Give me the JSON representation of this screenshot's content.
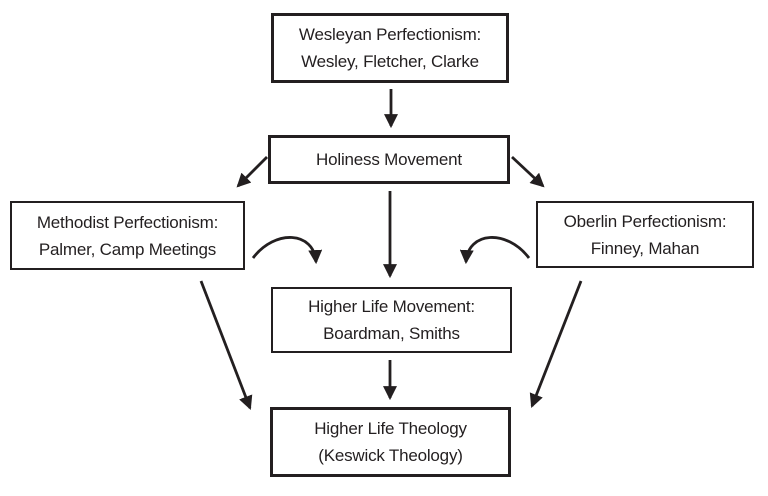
{
  "diagram": {
    "description": "Flowchart of holiness / higher life theological movements",
    "nodes": {
      "wesleyan": {
        "line1": "Wesleyan Perfectionism:",
        "line2": "Wesley, Fletcher, Clarke"
      },
      "holiness": {
        "line1": "Holiness Movement"
      },
      "methodist": {
        "line1": "Methodist Perfectionism:",
        "line2": "Palmer, Camp Meetings"
      },
      "oberlin": {
        "line1": "Oberlin Perfectionism:",
        "line2": "Finney, Mahan"
      },
      "higher_life_movement": {
        "line1": "Higher Life Movement:",
        "line2": "Boardman, Smiths"
      },
      "higher_life_theology": {
        "line1": "Higher Life Theology",
        "line2": "(Keswick Theology)"
      }
    },
    "edges": [
      {
        "from": "wesleyan",
        "to": "holiness",
        "style": "straight"
      },
      {
        "from": "holiness",
        "to": "methodist",
        "style": "diagonal"
      },
      {
        "from": "holiness",
        "to": "oberlin",
        "style": "diagonal"
      },
      {
        "from": "holiness",
        "to": "higher_life_movement",
        "style": "straight"
      },
      {
        "from": "methodist",
        "to": "higher_life_movement",
        "style": "curved"
      },
      {
        "from": "oberlin",
        "to": "higher_life_movement",
        "style": "curved"
      },
      {
        "from": "methodist",
        "to": "higher_life_theology",
        "style": "diagonal"
      },
      {
        "from": "oberlin",
        "to": "higher_life_theology",
        "style": "diagonal"
      },
      {
        "from": "higher_life_movement",
        "to": "higher_life_theology",
        "style": "straight"
      }
    ],
    "colors": {
      "ink": "#231f20",
      "background": "#ffffff"
    }
  }
}
